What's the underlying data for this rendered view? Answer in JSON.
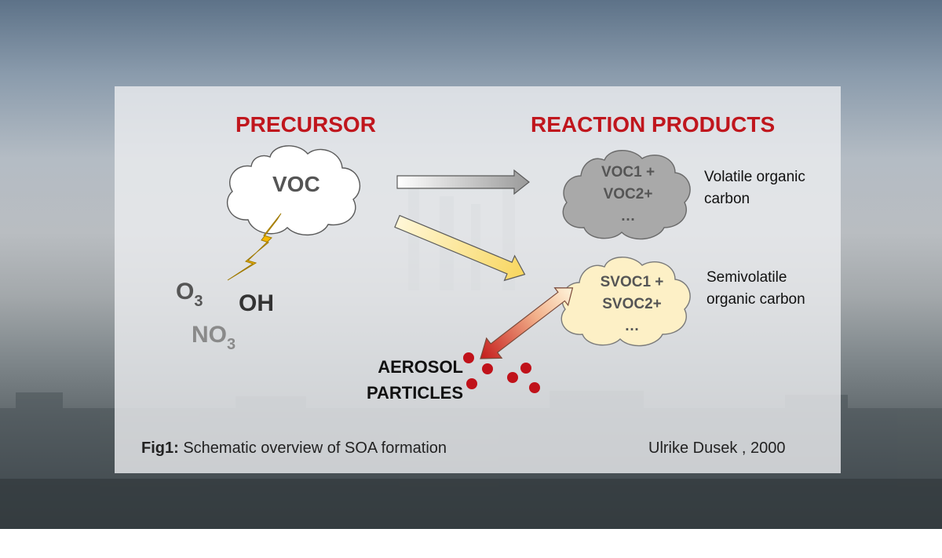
{
  "headings": {
    "precursor": "PRECURSOR",
    "products": "REACTION PRODUCTS"
  },
  "voc_cloud": {
    "label": "VOC"
  },
  "voc_products": {
    "line1": "VOC1 +",
    "line2": "VOC2+",
    "line3": "…",
    "description": "Volatile organic carbon"
  },
  "svoc_products": {
    "line1": "SVOC1 +",
    "line2": "SVOC2+",
    "line3": "…",
    "description": "Semivolatile organic carbon"
  },
  "oxidants": {
    "o3_base": "O",
    "o3_sub": "3",
    "oh": "OH",
    "no3_base": "NO",
    "no3_sub": "3"
  },
  "aerosol": {
    "line1": "AEROSOL",
    "line2": "PARTICLES"
  },
  "caption": {
    "prefix": "Fig1:",
    "text": " Schematic overview of SOA formation"
  },
  "credit": "Ulrike Dusek , 2000",
  "colors": {
    "heading_red": "#c0161d",
    "particle_red": "#c0121a",
    "lightning": "#f5b800",
    "grey_cloud": "#a9a9a9",
    "cream_cloud": "#fdf0c6"
  }
}
